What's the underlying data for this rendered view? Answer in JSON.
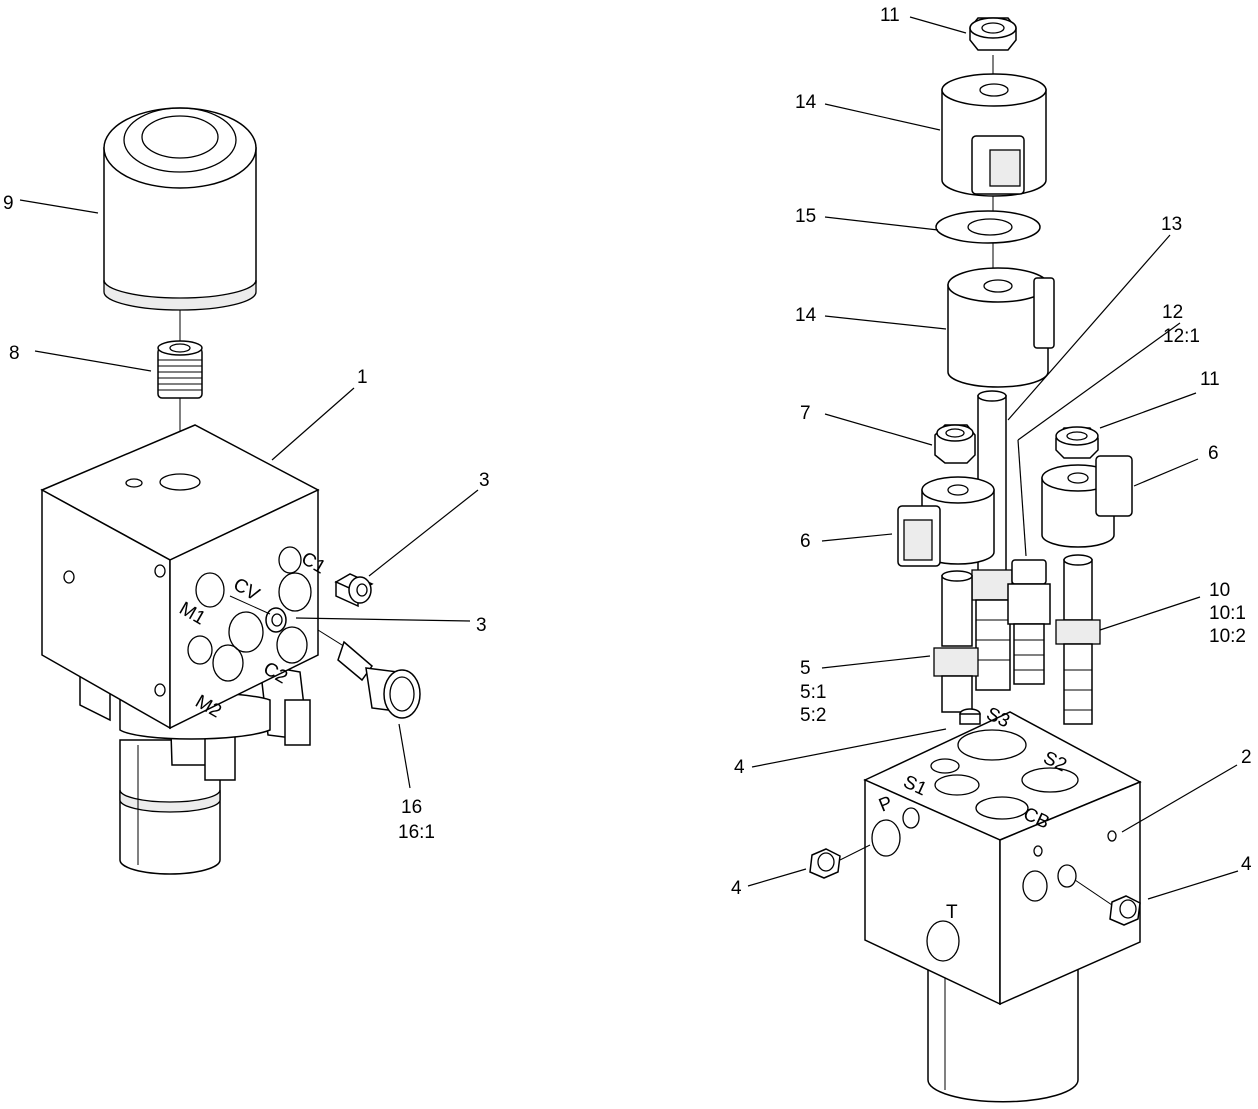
{
  "callouts": {
    "c1": "1",
    "c2": "2",
    "c3a": "3",
    "c3b": "3",
    "c4a": "4",
    "c4b": "4",
    "c4c": "4",
    "c5": "5",
    "c5_1": "5:1",
    "c5_2": "5:2",
    "c6a": "6",
    "c6b": "6",
    "c7": "7",
    "c8": "8",
    "c9": "9",
    "c10": "10",
    "c10_1": "10:1",
    "c10_2": "10:2",
    "c11a": "11",
    "c11b": "11",
    "c12": "12",
    "c12_1": "12:1",
    "c13": "13",
    "c14a": "14",
    "c14b": "14",
    "c15": "15",
    "c16": "16",
    "c16_1": "16:1"
  },
  "port_labels": {
    "m1": "M1",
    "m2": "M2",
    "cv": "CV",
    "c1": "C1",
    "c2": "C2",
    "p": "P",
    "t": "T",
    "s1": "S1",
    "s2": "S2",
    "s3": "S3",
    "cb": "CB"
  }
}
